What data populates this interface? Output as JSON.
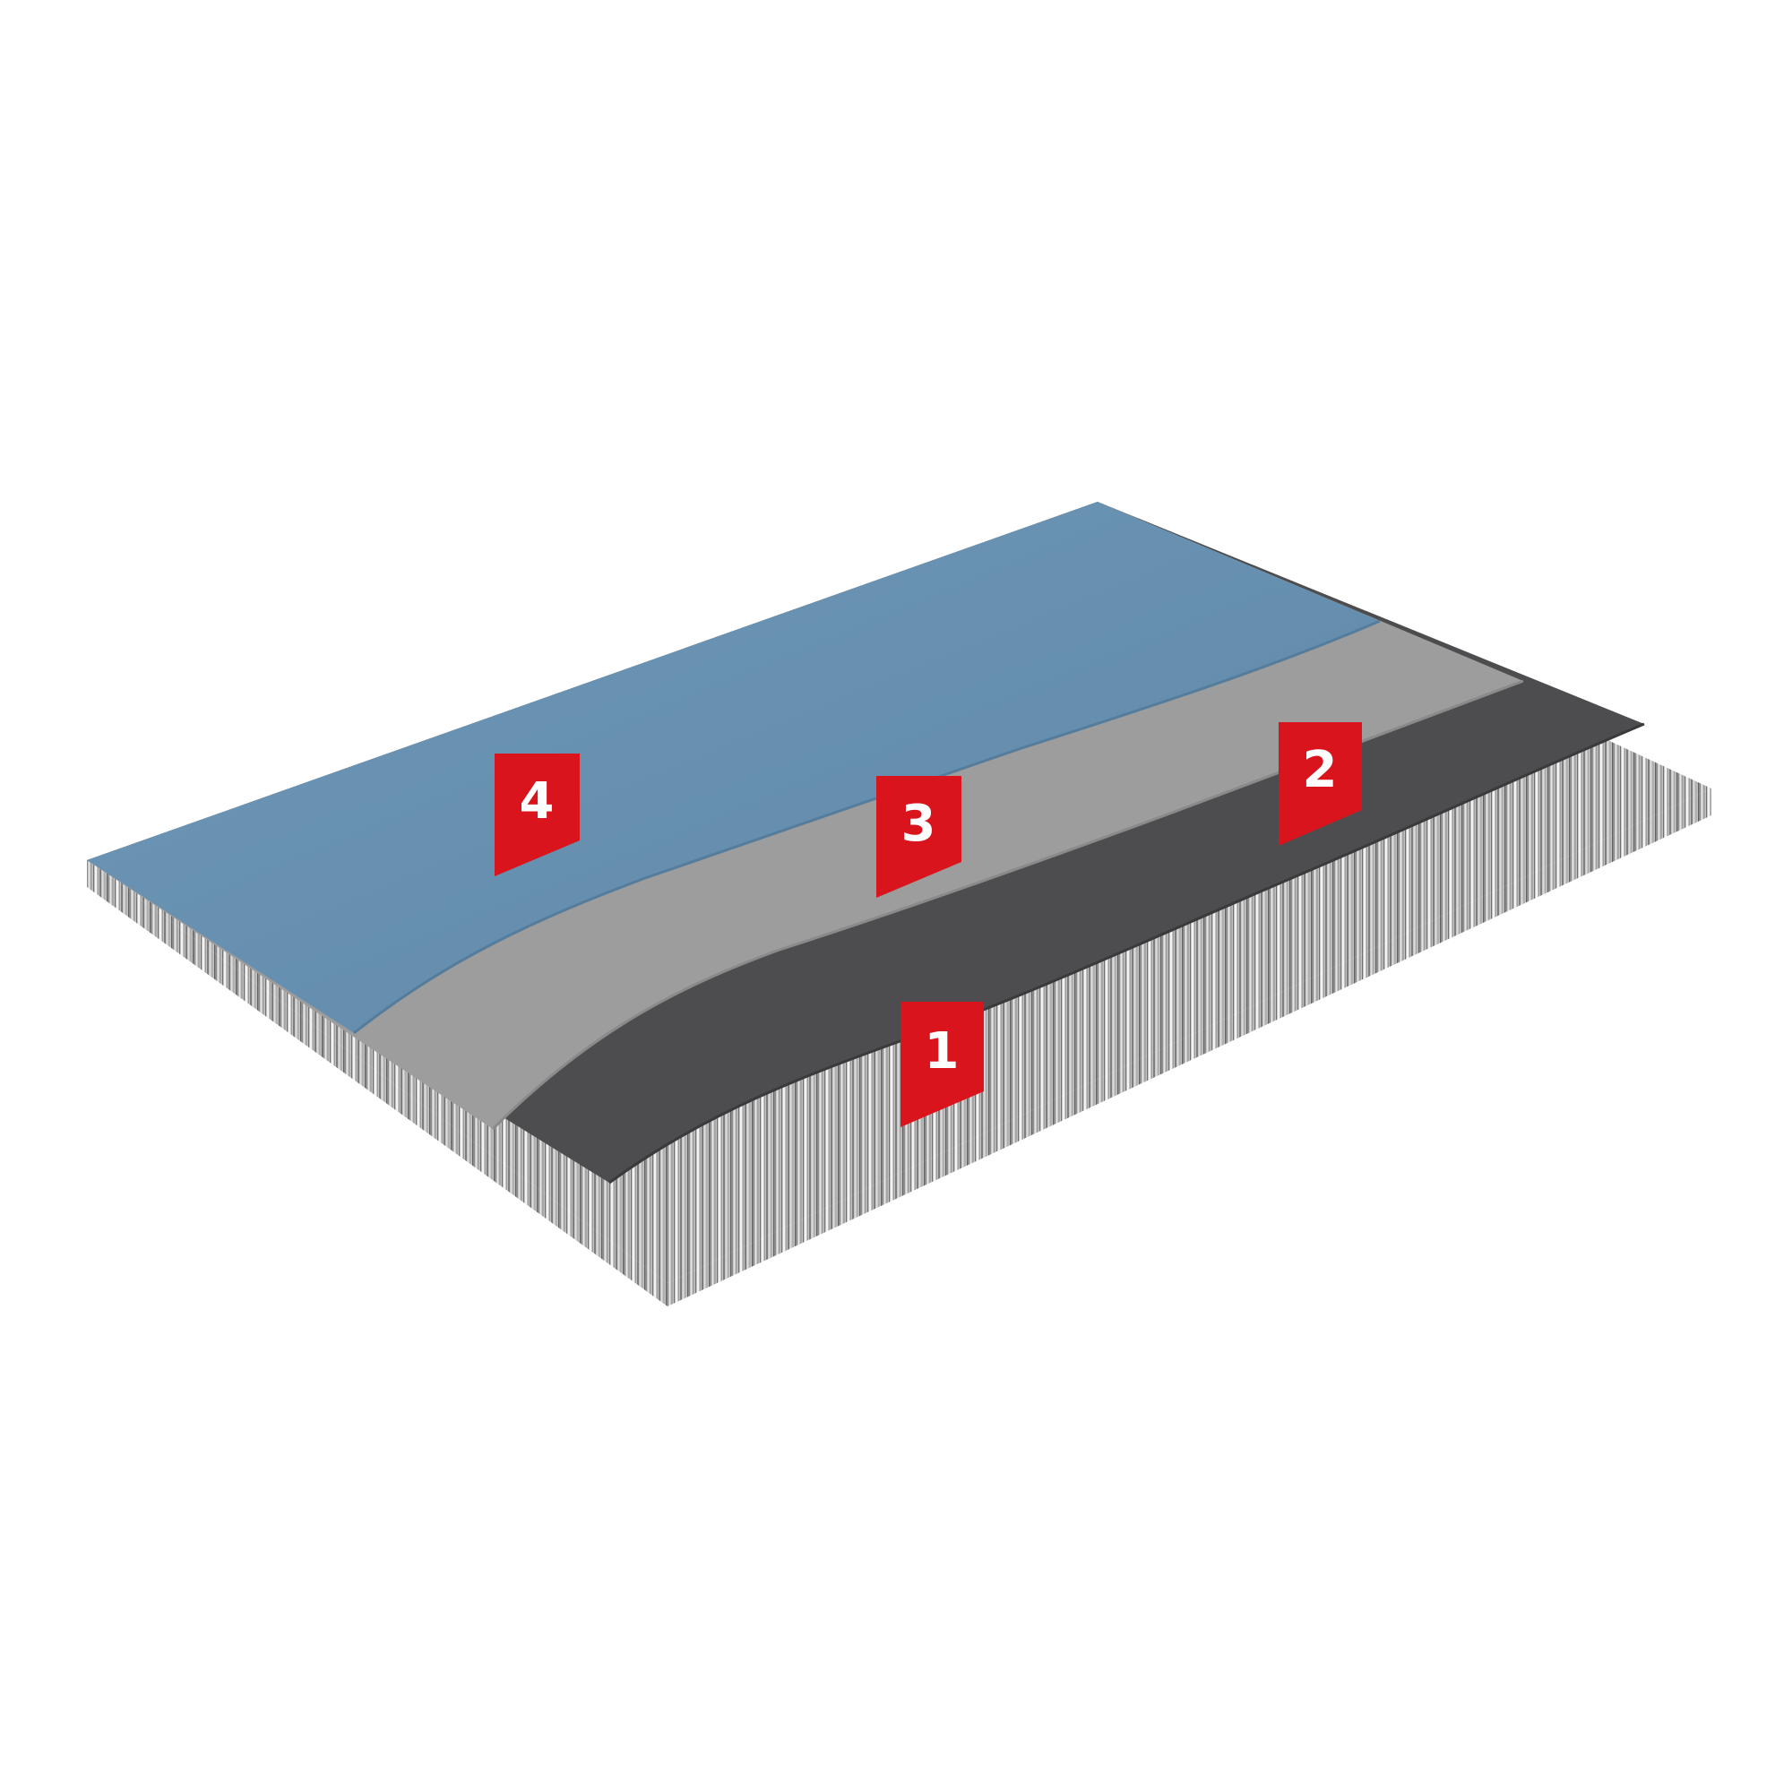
{
  "diagram": {
    "layers": [
      {
        "number": "1",
        "color": "#b9b9b9"
      },
      {
        "number": "2",
        "color": "#4f4f51"
      },
      {
        "number": "3",
        "color": "#9d9d9d"
      },
      {
        "number": "4",
        "color": "#6a93b4"
      }
    ],
    "tag_color": "#d9141c",
    "tag_text_color": "#ffffff"
  }
}
